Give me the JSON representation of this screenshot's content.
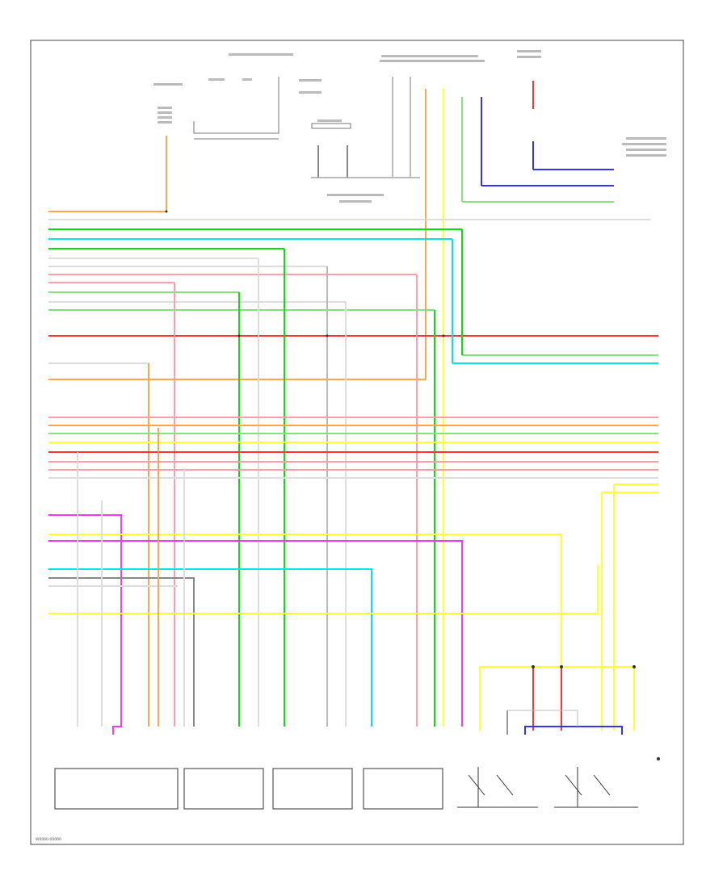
{
  "page": {
    "id": "W0000-00000"
  },
  "colors": {
    "frame": "#444444",
    "orange": "#ffa64d",
    "green": "#00e600",
    "light_green": "#7fe67f",
    "cyan": "#00e6e6",
    "pink": "#ff9ea8",
    "red": "#ff3333",
    "yellow": "#ffff33",
    "magenta": "#ff33ff",
    "blue": "#3333ff",
    "white_wire": "#dddddd",
    "gray_wire": "#888888",
    "component_box": "#333333"
  },
  "wires": [
    {
      "name": "orange-feed-wire",
      "color": "orange"
    },
    {
      "name": "white-wire-1",
      "color": "white_wire"
    },
    {
      "name": "green-wire-1",
      "color": "green"
    },
    {
      "name": "cyan-wire-1",
      "color": "cyan"
    },
    {
      "name": "green-wire-2",
      "color": "green"
    },
    {
      "name": "white-wire-2",
      "color": "white_wire"
    },
    {
      "name": "white-wire-3",
      "color": "white_wire"
    },
    {
      "name": "pink-wire-1",
      "color": "pink"
    },
    {
      "name": "pink-wire-2",
      "color": "pink"
    },
    {
      "name": "green-wire-3",
      "color": "light_green"
    },
    {
      "name": "white-wire-4",
      "color": "white_wire"
    },
    {
      "name": "light-green-wire-1",
      "color": "light_green"
    },
    {
      "name": "red-trunk-wire",
      "color": "red"
    },
    {
      "name": "green-out-wire",
      "color": "light_green"
    },
    {
      "name": "cyan-out-wire",
      "color": "cyan"
    },
    {
      "name": "white-wire-5",
      "color": "white_wire"
    },
    {
      "name": "orange-wire-2",
      "color": "orange"
    },
    {
      "name": "pink-bus-1",
      "color": "pink"
    },
    {
      "name": "orange-bus-1",
      "color": "orange"
    },
    {
      "name": "green-bus-1",
      "color": "light_green"
    },
    {
      "name": "yellow-bus-1",
      "color": "yellow"
    },
    {
      "name": "red-bus-1",
      "color": "red"
    },
    {
      "name": "pink-bus-2",
      "color": "pink"
    },
    {
      "name": "pink-bus-3",
      "color": "pink"
    },
    {
      "name": "white-bus-1",
      "color": "white_wire"
    },
    {
      "name": "magenta-wire-1",
      "color": "magenta"
    },
    {
      "name": "yellow-wire-1",
      "color": "yellow"
    },
    {
      "name": "magenta-wire-2",
      "color": "magenta"
    },
    {
      "name": "cyan-wire-2",
      "color": "cyan"
    },
    {
      "name": "gray-wire-1",
      "color": "gray_wire"
    },
    {
      "name": "yellow-wire-2",
      "color": "yellow"
    },
    {
      "name": "blue-wire-1",
      "color": "blue"
    }
  ],
  "components": [
    {
      "name": "component-box-1"
    },
    {
      "name": "component-box-2"
    },
    {
      "name": "component-box-3"
    },
    {
      "name": "component-box-4"
    },
    {
      "name": "switch-block-1"
    },
    {
      "name": "switch-block-2"
    }
  ]
}
